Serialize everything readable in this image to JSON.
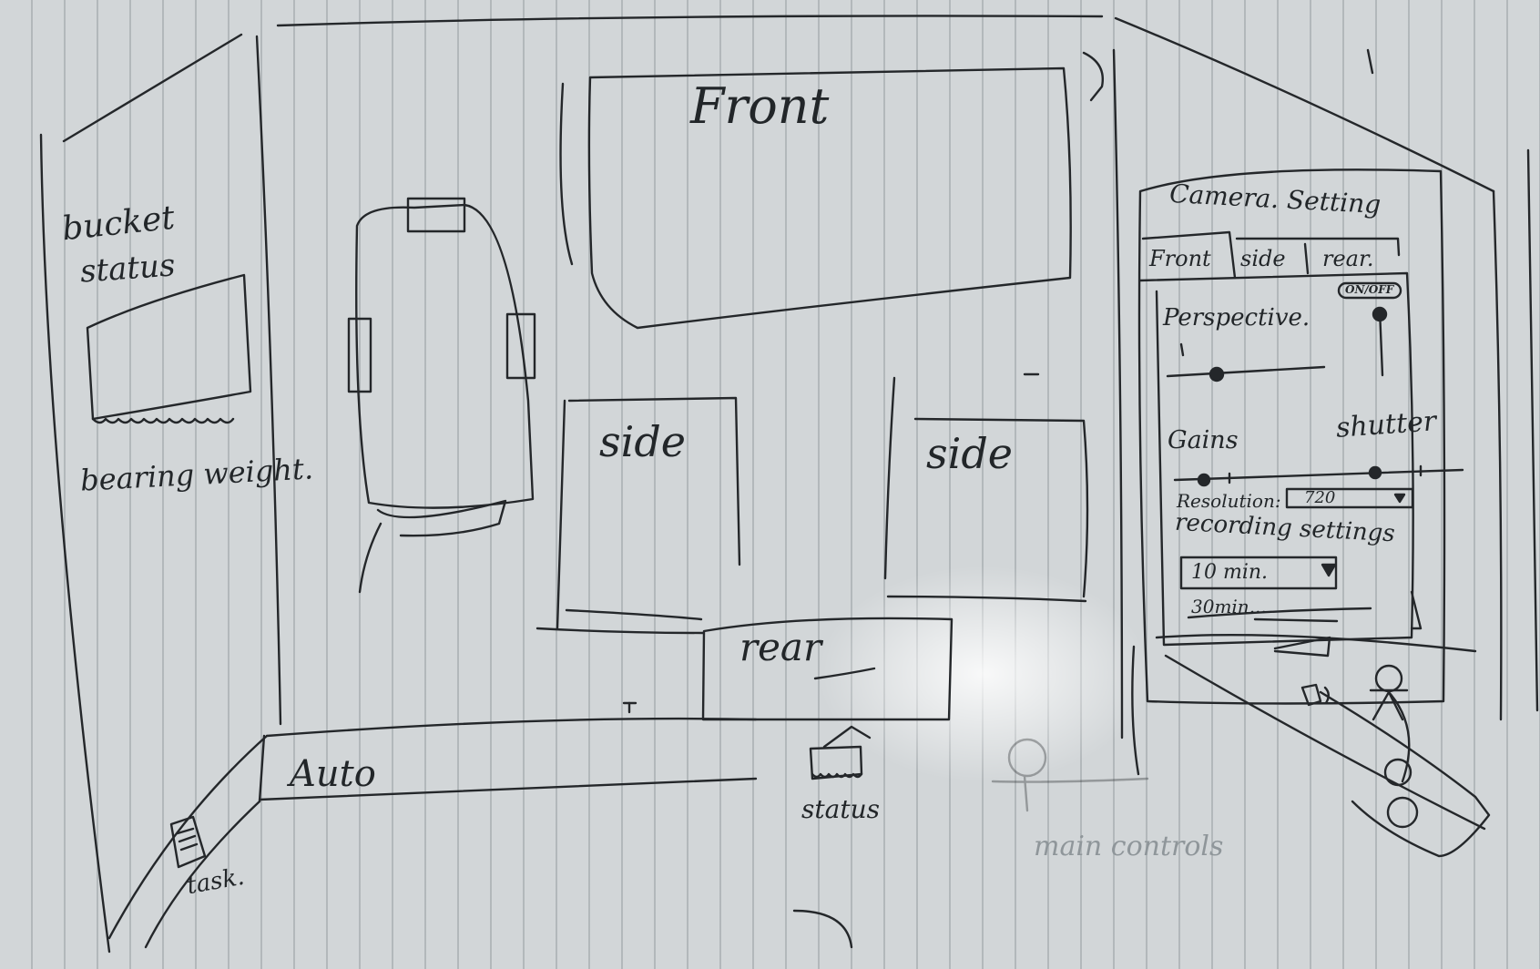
{
  "bucket_panel": {
    "title_line1": "bucket",
    "title_line2": "status",
    "caption": "bearing weight."
  },
  "camera_views": {
    "front": "Front",
    "side_left": "side",
    "side_right": "side",
    "rear": "rear"
  },
  "camera_settings": {
    "title": "Camera. Setting",
    "tabs": [
      "Front",
      "side",
      "rear."
    ],
    "toggle": "ON/OFF",
    "perspective_label": "Perspective.",
    "gains_label": "Gains",
    "shutter_label": "shutter",
    "resolution_label": "Resolution:",
    "resolution_value": "720",
    "recording_label": "recording settings",
    "recording_value": "10 min.",
    "recording_next_option": "30min..."
  },
  "bottom_bar": {
    "mode": "Auto",
    "task_label": "task.",
    "status_label": "status",
    "main_controls_label": "main controls"
  },
  "icons": [
    "document-icon",
    "bucket-icon",
    "tree-icon",
    "speaker-icon",
    "camera-mount-icon"
  ]
}
